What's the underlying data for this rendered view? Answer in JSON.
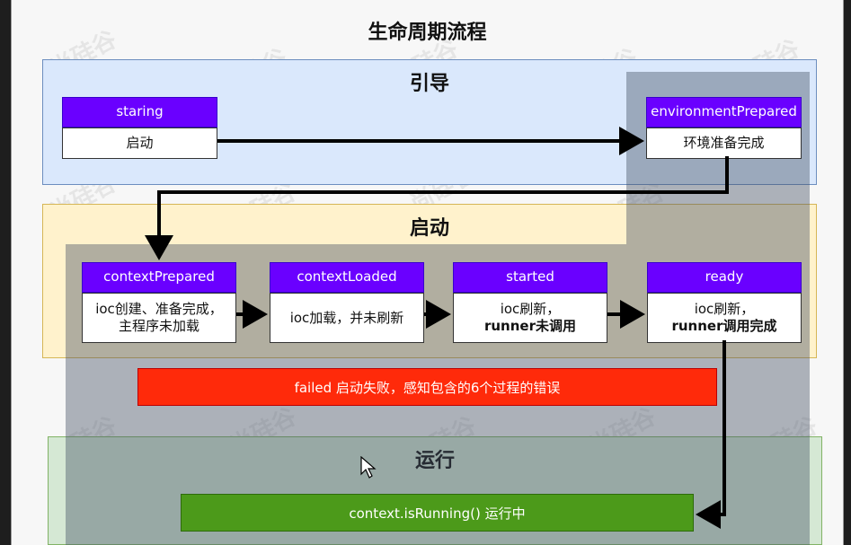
{
  "title": "生命周期流程",
  "sections": {
    "bootstrap": "引导",
    "startup": "启动",
    "running": "运行"
  },
  "nodes": {
    "staring": {
      "head": "staring",
      "body": "启动"
    },
    "environmentPrepared": {
      "head": "environmentPrepared",
      "body": "环境准备完成"
    },
    "contextPrepared": {
      "head": "contextPrepared",
      "line1": "ioc创建、准备完成，",
      "line2": "主程序未加载"
    },
    "contextLoaded": {
      "head": "contextLoaded",
      "body": "ioc加载，并未刷新"
    },
    "started": {
      "head": "started",
      "line1": "ioc刷新，",
      "line2": "runner未调用"
    },
    "ready": {
      "head": "ready",
      "line1": "ioc刷新，",
      "line2": "runner调用完成"
    }
  },
  "failed_label": "failed  启动失败，感知包含的6个过程的错误",
  "running_label": "context.isRunning()  运行中",
  "watermark": "尚硅谷",
  "colors": {
    "node_header": "#6a00ff",
    "failed": "#ff2a0a",
    "running": "#4c9a1a",
    "bootstrap_bg": "#dae8fc",
    "startup_bg": "#fff2cc",
    "running_bg": "#d5e8d4"
  }
}
